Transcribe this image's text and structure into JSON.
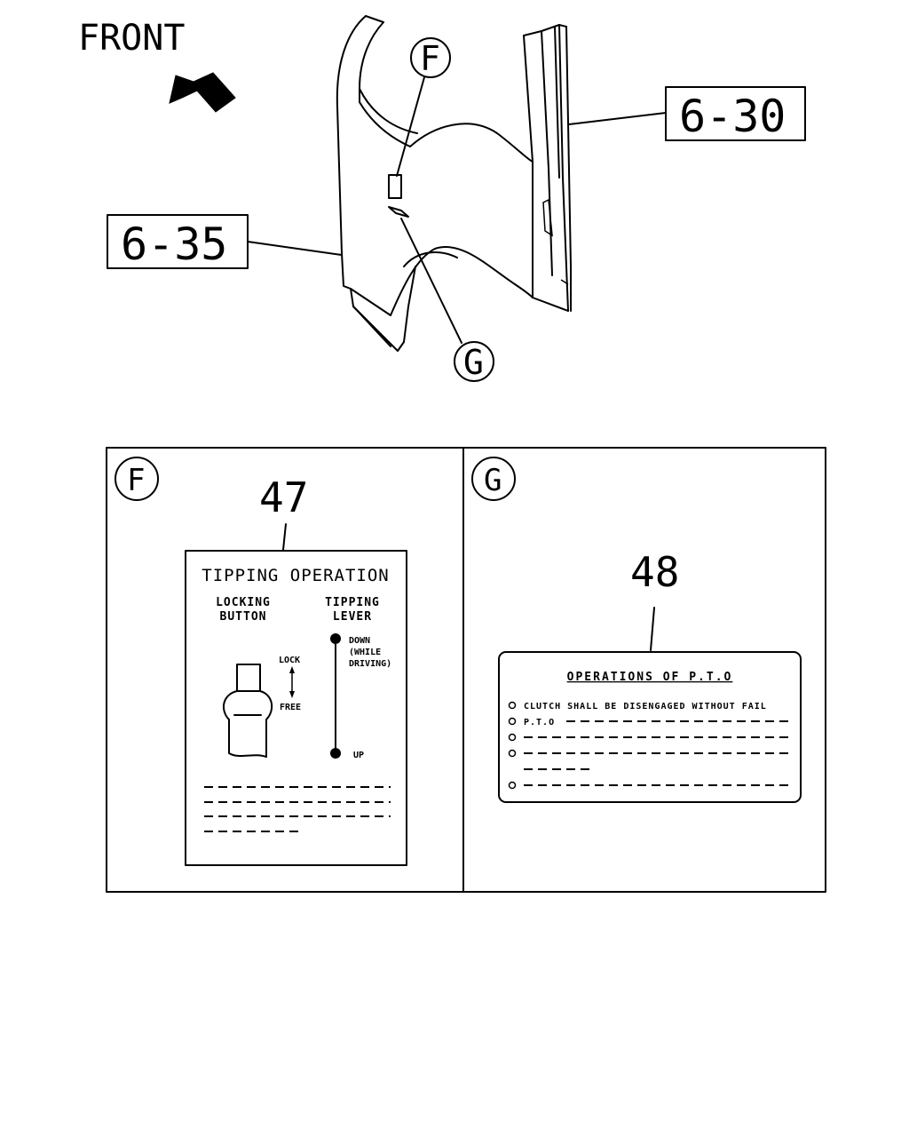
{
  "orientation": {
    "label": "FRONT"
  },
  "references": {
    "left": "6-35",
    "right": "6-30"
  },
  "callouts": {
    "top": "F",
    "bottom": "G"
  },
  "panel_f": {
    "letter": "F",
    "item_number": "47",
    "label": {
      "title": "TIPPING OPERATION",
      "col1_line1": "LOCKING",
      "col1_line2": "BUTTON",
      "col2_line1": "TIPPING",
      "col2_line2": "LEVER",
      "lock": "LOCK",
      "free": "FREE",
      "down_line1": "DOWN",
      "down_line2": "(WHILE",
      "down_line3": "DRIVING)",
      "up": "UP"
    }
  },
  "panel_g": {
    "letter": "G",
    "item_number": "48",
    "label": {
      "title": "OPERATIONS OF P.T.O",
      "line1": "CLUTCH SHALL BE DISENGAGED WITHOUT FAIL",
      "line2": "P.T.O"
    }
  }
}
